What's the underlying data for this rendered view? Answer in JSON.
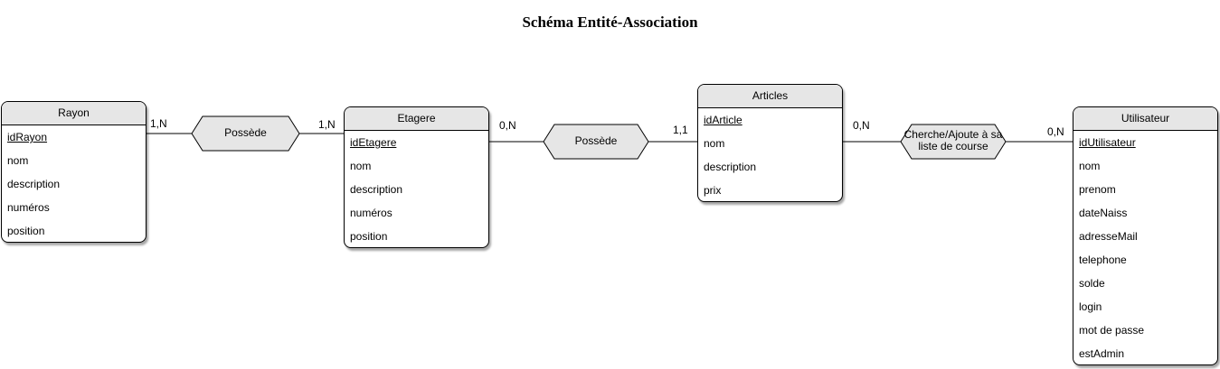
{
  "title": "Schéma Entité-Association",
  "entities": {
    "rayon": {
      "name": "Rayon",
      "attributes": [
        "idRayon",
        "nom",
        "description",
        "numéros",
        "position"
      ]
    },
    "etagere": {
      "name": "Etagere",
      "attributes": [
        "idEtagere",
        "nom",
        "description",
        "numéros",
        "position"
      ]
    },
    "articles": {
      "name": "Articles",
      "attributes": [
        "idArticle",
        "nom",
        "description",
        "prix"
      ]
    },
    "utilisateur": {
      "name": "Utilisateur",
      "attributes": [
        "idUtilisateur",
        "nom",
        "prenom",
        "dateNaiss",
        "adresseMail",
        "telephone",
        "solde",
        "login",
        "mot de passe",
        "estAdmin"
      ]
    }
  },
  "relationships": {
    "possede1": {
      "label": "Possède",
      "card_left": "1,N",
      "card_right": "1,N"
    },
    "possede2": {
      "label": "Possède",
      "card_left": "0,N",
      "card_right": "1,1"
    },
    "cherche": {
      "label": "Cherche/Ajoute à sa liste de course",
      "card_left": "0,N",
      "card_right": "0,N"
    }
  }
}
